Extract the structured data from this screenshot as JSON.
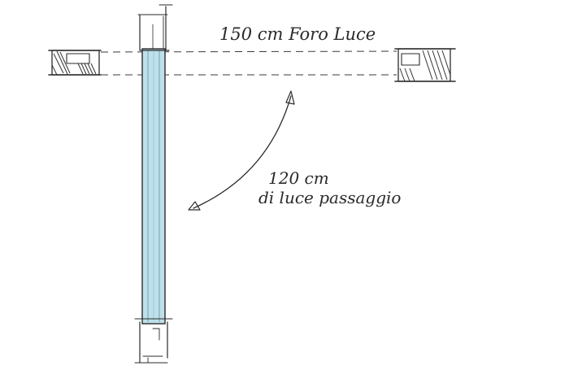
{
  "labels": {
    "opening": "150 cm Foro Luce",
    "passage_line1": "120 cm",
    "passage_line2": "di luce passaggio"
  },
  "colors": {
    "ink": "#2b2b2b",
    "glass_fill": "#bfe0ea",
    "glass_edge": "#6fa3b5",
    "background": "#ffffff"
  }
}
